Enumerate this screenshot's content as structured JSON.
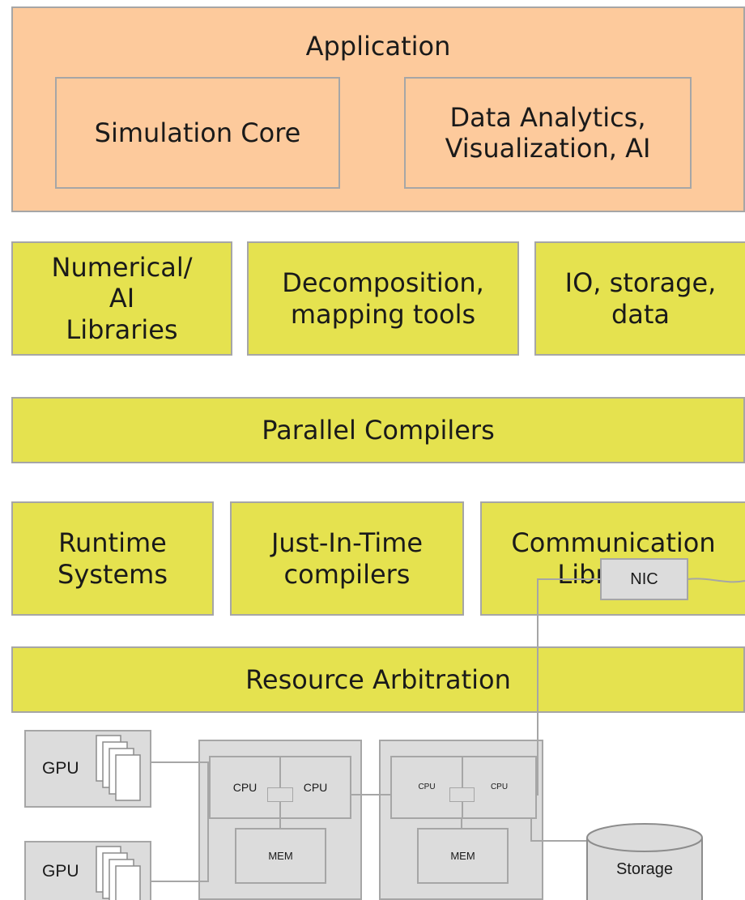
{
  "application": {
    "title": "Application",
    "simulation_core": "Simulation Core",
    "analytics": "Data Analytics,\nVisualization, AI"
  },
  "libraries": {
    "numerical": "Numerical/\nAI\nLibraries",
    "decomposition": "Decomposition,\nmapping tools",
    "io": "IO, storage,\ndata"
  },
  "compilers": {
    "parallel": "Parallel Compilers"
  },
  "runtime": {
    "runtime_systems": "Runtime\nSystems",
    "jit": "Just-In-Time\ncompilers",
    "communication": "Communication\nLibraries"
  },
  "resource": {
    "arbitration": "Resource Arbitration"
  },
  "hardware": {
    "gpu_top": "GPU",
    "gpu_bottom": "GPU",
    "node1_cpu_a": "CPU",
    "node1_cpu_b": "CPU",
    "node1_mem": "MEM",
    "node2_cpu_a": "CPU",
    "node2_cpu_b": "CPU",
    "node2_mem": "MEM",
    "nic": "NIC",
    "storage": "Storage"
  },
  "colors": {
    "orange": "#fdca9c",
    "yellow": "#e5e24f",
    "gray": "#dcdcdc",
    "border": "#a6a6a6"
  }
}
